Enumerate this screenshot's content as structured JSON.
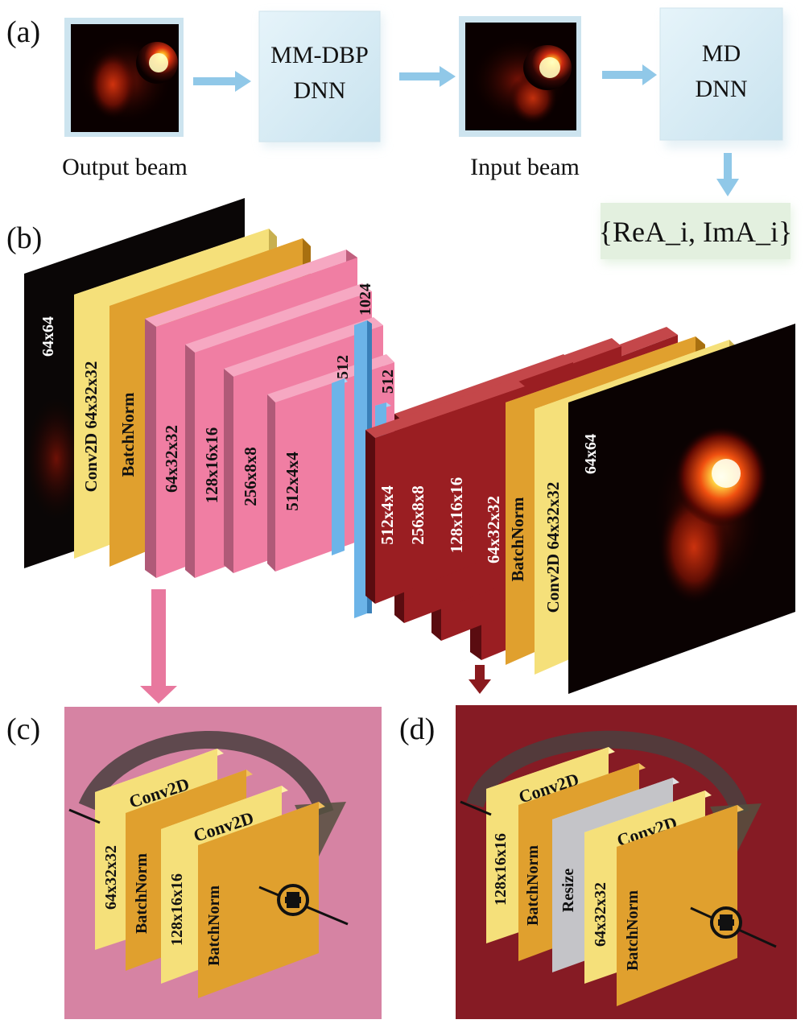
{
  "panels": {
    "a": "(a)",
    "b": "(b)",
    "c": "(c)",
    "d": "(d)"
  },
  "panel_a": {
    "output_beam": "Output beam",
    "input_beam": "Input beam",
    "box1_line1": "MM-DBP",
    "box1_line2": "DNN",
    "box2_line1": "MD",
    "box2_line2": "DNN",
    "result": "{ReA_i, ImA_i}"
  },
  "panel_b": {
    "input_size": "64x64",
    "conv_in": "Conv2D 64x32x32",
    "bn_in": "BatchNorm",
    "enc": [
      "64x32x32",
      "128x16x16",
      "256x8x8",
      "512x4x4"
    ],
    "bottleneck": [
      "512",
      "1024",
      "512"
    ],
    "dec": [
      "512x4x4",
      "256x8x8",
      "128x16x16",
      "64x32x32"
    ],
    "bn_out": "BatchNorm",
    "conv_out": "Conv2D 64x32x32",
    "output_size": "64x64"
  },
  "panel_c": {
    "conv1": "Conv2D",
    "size1": "64x32x32",
    "bn1": "BatchNorm",
    "size2": "128x16x16",
    "conv2": "Conv2D",
    "bn2": "BatchNorm"
  },
  "panel_d": {
    "conv1": "Conv2D",
    "size1": "128x16x16",
    "bn1": "BatchNorm",
    "resize": "Resize",
    "size2": "64x32x32",
    "conv2": "Conv2D",
    "bn2": "BatchNorm"
  },
  "colors": {
    "yellow": "#f5e07a",
    "orange": "#e0a02e",
    "pink": "#f07ea3",
    "blue": "#6cb4e8",
    "darkred": "#9a1e22",
    "panel_c_bg": "#d683a3",
    "panel_d_bg": "#861b24"
  }
}
